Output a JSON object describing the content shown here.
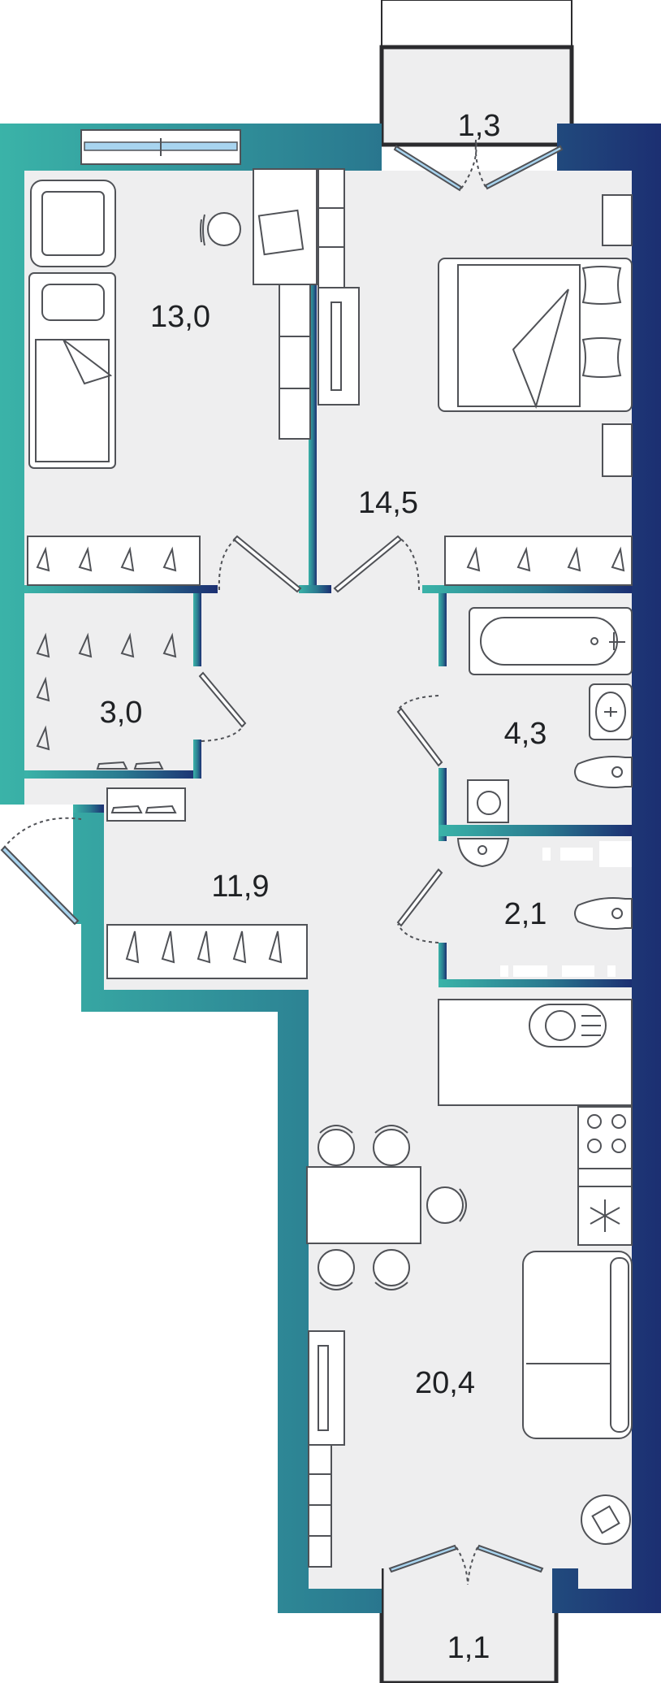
{
  "plan": {
    "colors": {
      "wall_gradient_start": "#3ab3a8",
      "wall_gradient_mid": "#2a7a90",
      "wall_gradient_end": "#1c2f72",
      "floor": "#eeeeef",
      "furniture_stroke": "#505257",
      "window_glass": "#a8d4ef",
      "text": "#1f2124"
    },
    "rooms": [
      {
        "id": "bedroom-1",
        "area": "13,0"
      },
      {
        "id": "bedroom-2",
        "area": "14,5"
      },
      {
        "id": "wardrobe",
        "area": "3,0"
      },
      {
        "id": "bathroom",
        "area": "4,3"
      },
      {
        "id": "hallway",
        "area": "11,9"
      },
      {
        "id": "toilet",
        "area": "2,1"
      },
      {
        "id": "kitchen-living",
        "area": "20,4"
      },
      {
        "id": "balcony-top",
        "area": "1,3"
      },
      {
        "id": "balcony-bottom",
        "area": "1,1"
      }
    ]
  }
}
